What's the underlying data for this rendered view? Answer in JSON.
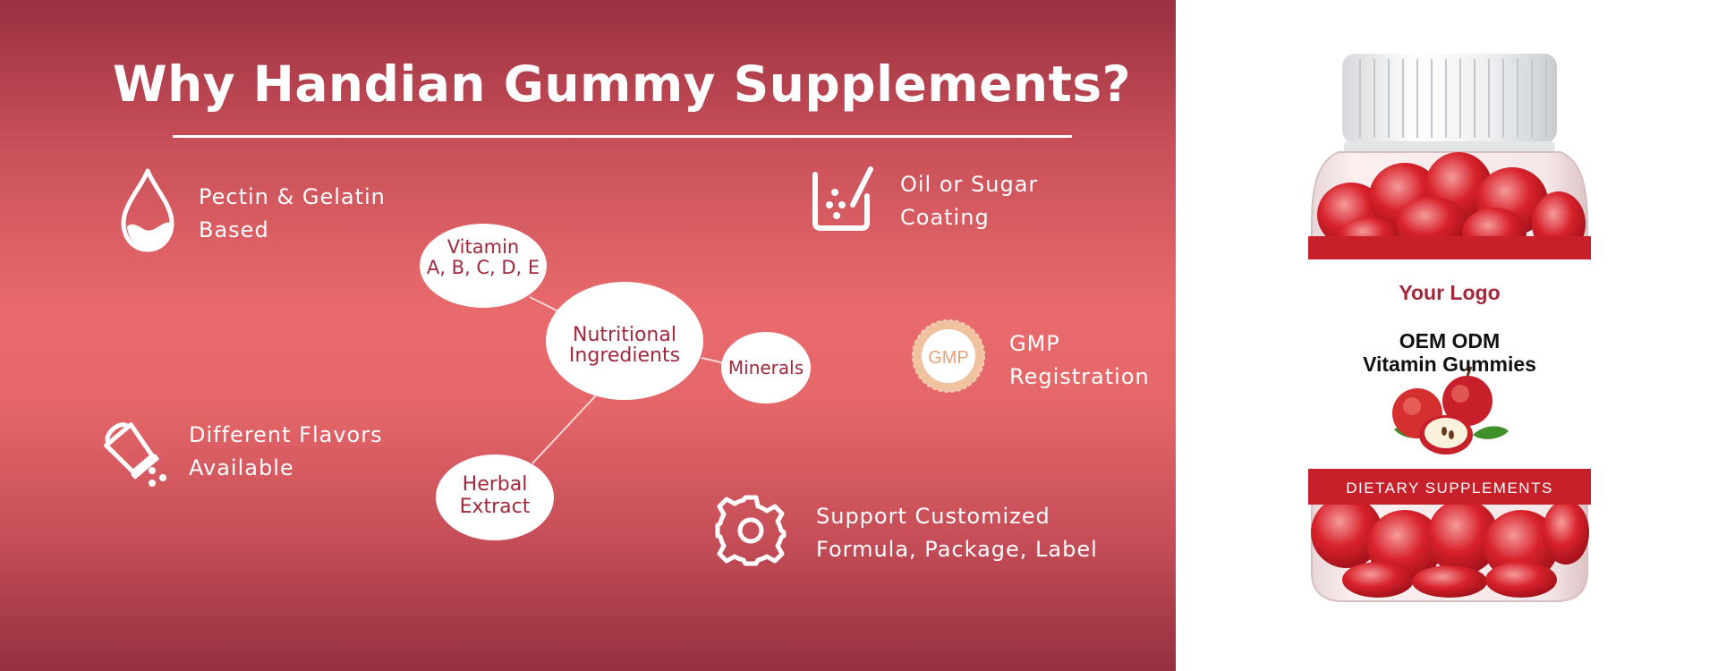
{
  "banner": {
    "title": "Why Handian Gummy Supplements?",
    "features": {
      "pectin": {
        "line1": "Pectin & Gelatin",
        "line2": "Based"
      },
      "coating": {
        "line1": "Oil or Sugar",
        "line2": "Coating"
      },
      "gmp": {
        "line1": "GMP",
        "line2": "Registration",
        "badge_text": "GMP"
      },
      "flavors": {
        "line1": "Different Flavors",
        "line2": "Available"
      },
      "custom": {
        "line1": "Support Customized",
        "line2": "Formula, Package, Label"
      }
    },
    "diagram": {
      "center": {
        "line1": "Nutritional",
        "line2": "Ingredients"
      },
      "vitamin": {
        "line1": "Vitamin",
        "line2": "A, B, C, D, E"
      },
      "minerals": "Minerals",
      "herbal": {
        "line1": "Herbal",
        "line2": "Extract"
      }
    }
  },
  "product": {
    "logo_text": "Your Logo",
    "name_line1": "OEM ODM",
    "name_line2": "Vitamin Gummies",
    "band_text": "DIETARY SUPPLEMENTS"
  },
  "colors": {
    "banner_red": "#e86a6c",
    "banner_dark": "#9a3040",
    "label_red": "#c8202a",
    "text_dark_red": "#a2283c",
    "gmp_badge": "#f0c2a0"
  }
}
